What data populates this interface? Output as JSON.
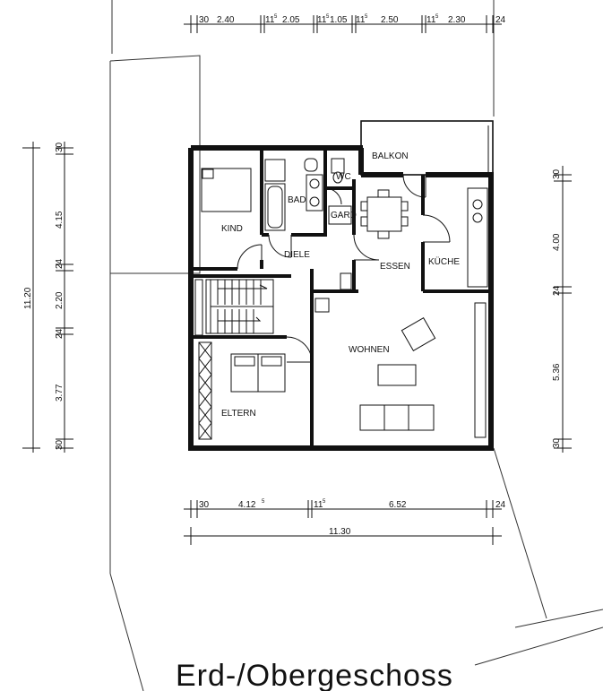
{
  "title": "Erd-/Obergeschoss",
  "rooms": {
    "kind": "KIND",
    "bad": "BAD",
    "wc": "WC",
    "gard": "GARD",
    "diele": "DIELE",
    "balkon": "BALKON",
    "essen": "ESSEN",
    "kueche": "KÜCHE",
    "wohnen": "WOHNEN",
    "eltern": "ELTERN"
  },
  "dims_top": {
    "a": "30",
    "b": "2.40",
    "c": "11",
    "d": "5",
    "e": "2.05",
    "f": "11",
    "g": "5",
    "h": "1.05",
    "i": "11",
    "j": "5",
    "k": "2.50",
    "l": "11",
    "m": "5",
    "n": "2.30",
    "o": "24"
  },
  "dims_left": {
    "total": "11.20",
    "a": "30",
    "b": "4.15",
    "c": "24",
    "d": "2.20",
    "e": "24",
    "f": "3.77",
    "g": "30"
  },
  "dims_right": {
    "a": "30",
    "b": "4.00",
    "c": "24",
    "d": "5.36",
    "e": "30"
  },
  "dims_bottom": {
    "a": "30",
    "b": "4.12",
    "b_sup": "5",
    "c": "11",
    "c_sup": "5",
    "d": "6.52",
    "e": "24",
    "total": "11.30"
  }
}
